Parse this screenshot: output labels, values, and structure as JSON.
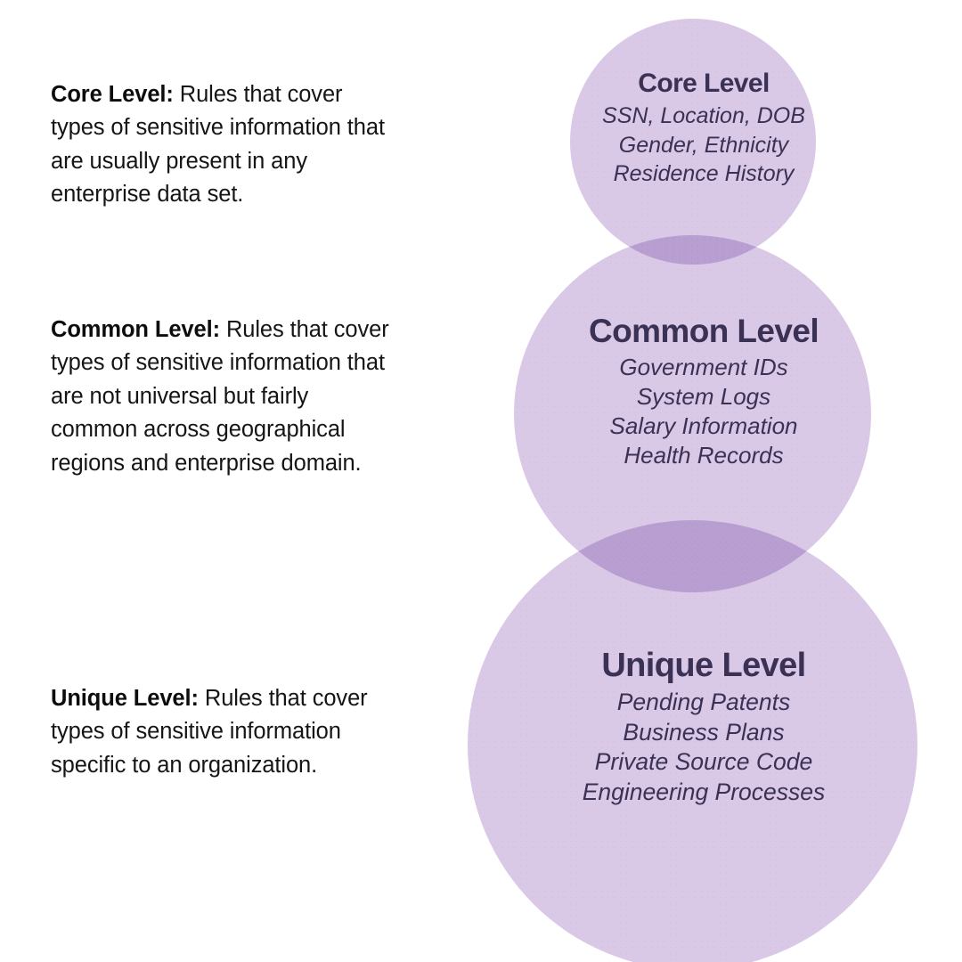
{
  "theme": {
    "background": "#ffffff",
    "circle_fill": "#d9c9e7",
    "circle_overlap": "#ae99cf",
    "label_text": "#3a3155",
    "body_text": "#151515"
  },
  "descriptions": [
    {
      "lead": "Core Level:",
      "body": " Rules that cover types of sensitive information that are usually present in any enterprise data set."
    },
    {
      "lead": "Common Level:",
      "body": " Rules that cover types of sensitive information that are not universal but fairly common across geographical regions and enterprise domain."
    },
    {
      "lead": "Unique Level:",
      "body": " Rules that cover types of sensitive information specific to an organization."
    }
  ],
  "diagram": {
    "type": "nested-venn",
    "circles": [
      {
        "id": "core",
        "title": "Core Level",
        "items": [
          "SSN, Location, DOB",
          "Gender, Ethnicity",
          "Residence History"
        ]
      },
      {
        "id": "common",
        "title": "Common Level",
        "items": [
          "Government IDs",
          "System Logs",
          "Salary Information",
          "Health Records"
        ]
      },
      {
        "id": "unique",
        "title": "Unique Level",
        "items": [
          "Pending Patents",
          "Business Plans",
          "Private Source Code",
          "Engineering Processes"
        ]
      }
    ]
  }
}
